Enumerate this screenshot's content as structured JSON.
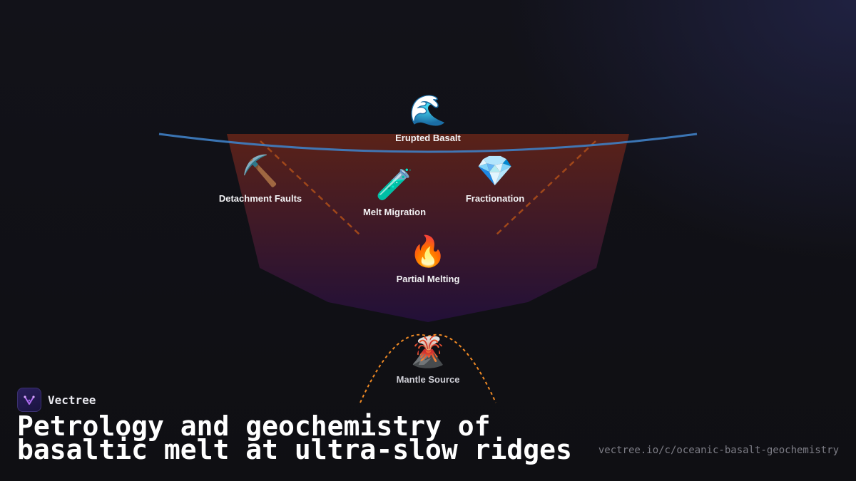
{
  "diagram": {
    "nodes": [
      {
        "id": "erupted-basalt",
        "label": "Erupted Basalt",
        "icon": "wave-icon",
        "glyph": "🌊"
      },
      {
        "id": "detachment-faults",
        "label": "Detachment Faults",
        "icon": "pickaxe-icon",
        "glyph": "⛏️"
      },
      {
        "id": "melt-migration",
        "label": "Melt Migration",
        "icon": "test-tube-icon",
        "glyph": "🧪"
      },
      {
        "id": "fractionation",
        "label": "Fractionation",
        "icon": "gem-icon",
        "glyph": "💎"
      },
      {
        "id": "partial-melting",
        "label": "Partial Melting",
        "icon": "fire-icon",
        "glyph": "🔥"
      },
      {
        "id": "mantle-source",
        "label": "Mantle Source",
        "icon": "volcano-icon",
        "glyph": "🌋"
      }
    ],
    "colors": {
      "seafloor_line": "#3f7fc4",
      "crust_top": "#5a2218",
      "crust_bottom": "#221038",
      "fault_lines": "#a0471a",
      "mantle_plume": "#f08a24"
    }
  },
  "brand": {
    "name": "Vectree",
    "logo_icon": "vectree-logo-icon"
  },
  "title": "Petrology and geochemistry of basaltic melt at ultra-slow ridges",
  "url": "vectree.io/c/oceanic-basalt-geochemistry"
}
